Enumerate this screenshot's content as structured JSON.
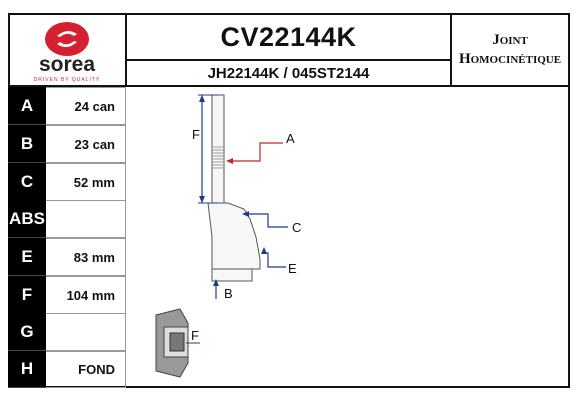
{
  "brand": {
    "name": "sorea",
    "tagline": "DRIVEN BY QUALITY",
    "colors": {
      "red": "#d42030",
      "dark": "#222222"
    }
  },
  "header": {
    "title": "CV22144K",
    "references": "JH22144K / 045ST2144",
    "type_line1": "Joint",
    "type_line2": "Homocinétique"
  },
  "specs": [
    {
      "letter": "A",
      "value": "24 can"
    },
    {
      "letter": "B",
      "value": "23 can"
    },
    {
      "letter": "C",
      "value": "52 mm"
    },
    {
      "letter": "ABS",
      "value": ""
    },
    {
      "letter": "E",
      "value": "83 mm"
    },
    {
      "letter": "F",
      "value": "104 mm"
    },
    {
      "letter": "G",
      "value": ""
    },
    {
      "letter": "H",
      "value": "FOND"
    }
  ],
  "diagram": {
    "labels": {
      "a": "A",
      "b": "B",
      "c": "C",
      "e": "E",
      "f": "F",
      "inset_f": "F"
    },
    "colors": {
      "arrow_red": "#c0282c",
      "arrow_blue": "#1f3a8a",
      "outline": "#555555"
    }
  }
}
